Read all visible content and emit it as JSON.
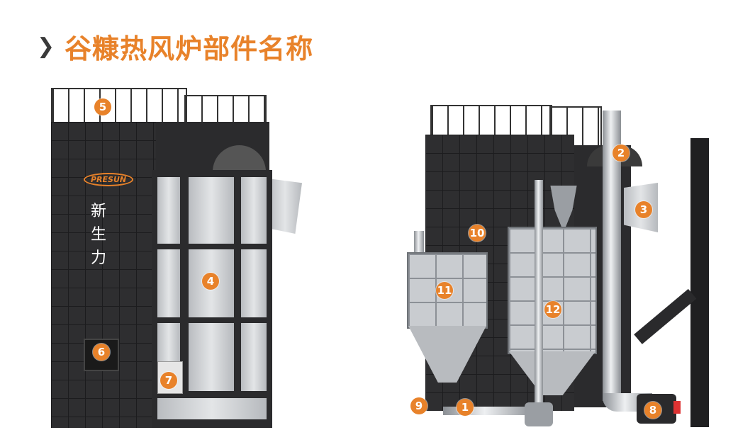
{
  "header": {
    "chevron_icon": "chevron-right-icon",
    "title": "谷糠热风炉部件名称"
  },
  "left_machine": {
    "logo_text": "PRESUN",
    "brand_chars": [
      "新",
      "生",
      "力"
    ]
  },
  "callouts": {
    "c1": "1",
    "c2": "2",
    "c3": "3",
    "c4": "4",
    "c5": "5",
    "c6": "6",
    "c7": "7",
    "c8": "8",
    "c9": "9",
    "c10": "10",
    "c11": "11",
    "c12": "12"
  },
  "colors": {
    "accent": "#E8822A",
    "dark": "#2b2b2d",
    "steel": "#c9ccd0"
  }
}
